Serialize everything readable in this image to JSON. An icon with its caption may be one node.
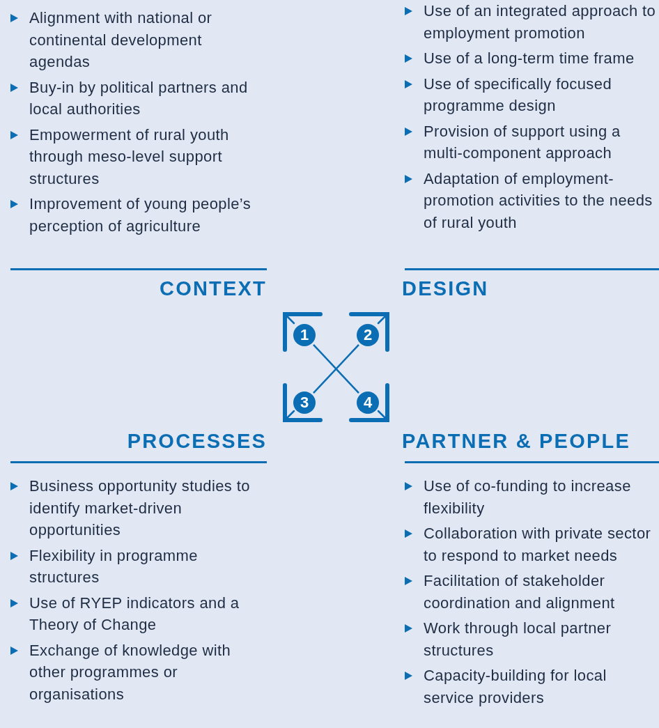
{
  "diagram": {
    "nodes": [
      {
        "text": [
          "1"
        ]
      },
      {
        "text": [
          "2"
        ]
      },
      {
        "text": [
          "3"
        ]
      },
      {
        "text": [
          "4"
        ]
      }
    ],
    "edges": [
      {
        "from": 0,
        "to": 3,
        "arrow": "none"
      },
      {
        "from": 2,
        "to": 1,
        "arrow": "none"
      }
    ],
    "labels": [
      "Alignment with national or continental development agendas",
      "Buy-in by political partners and local authorities",
      "Empowerment of rural youth through meso-level support structures",
      "Improvement of young people’s perception of agriculture",
      "Use of an integrated approach to employment promotion",
      "Use of a long-term time frame",
      "Use of specifically focused programme design",
      "Provision of support using a multi-component approach",
      "Adaptation of employment-promotion activities to the needs of rural youth",
      "CONTEXT",
      "DESIGN",
      "PROCESSES",
      "PARTNER & PEOPLE",
      "Business opportunity studies to identify market-driven opportunities",
      "Flexibility in programme structures",
      "Use of RYEP indicators and a Theory of Change",
      "Exchange of knowledge with other programmes or organisations",
      "Use of co-funding to increase flexibility",
      "Collaboration with private sector to respond to market needs",
      "Facilitation of stakeholder coordination and alignment",
      "Work through local partner structures",
      "Capacity-building for local service providers"
    ]
  }
}
